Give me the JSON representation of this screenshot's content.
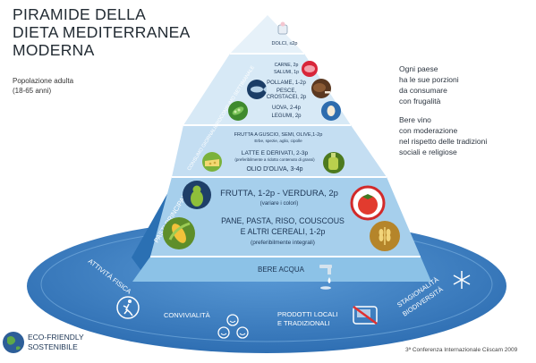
{
  "title": "PIRAMIDE DELLA\nDIETA MEDITERRANEA\nMODERNA",
  "subtitle": "Popolazione adulta\n(18-65 anni)",
  "notes": {
    "right_top": "Ogni paese\nha le sue porzioni\nda consumare\ncon frugalità",
    "right_bottom": "Bere vino\ncon moderazione\nnel rispetto delle tradizioni\nsociali e religiose"
  },
  "pyramid": {
    "top": {
      "dolci": "DOLCI, ≤2p"
    },
    "weekly": {
      "label": "CONSUMO SETTIMANALE",
      "items": [
        "CARNE, 2p",
        "SALUMI, 1p",
        "POLLAME, 1-2p",
        "PESCE,",
        "CROSTACEI, 2p",
        "UOVA, 2-4p",
        "LEGUMI, 2p"
      ]
    },
    "daily": {
      "label": "CONSUMO GIORNALIERO",
      "nuts": "FRUTTA A GUSCIO, SEMI, OLIVE,1-2p",
      "herbs": "Erbe, spezie, aglio, cipolle",
      "dairy": "LATTE E DERIVATI, 2-3p",
      "dairy_note": "(preferibilmente a ridotto contenuto di grassi)",
      "oil": "OLIO D'OLIVA, 3-4p"
    },
    "meals": {
      "label": "PASTI PRINCIPALI",
      "fruit": "FRUTTA, 1-2p - VERDURA, 2p",
      "fruit_note": "(variare i colori)",
      "grains1": "PANE, PASTA, RISO, COUSCOUS",
      "grains2": "E ALTRI CEREALI, 1-2p",
      "grains_note": "(preferibilmente integrali)"
    },
    "water": "BERE ACQUA"
  },
  "base": {
    "activity": "ATTIVITÀ FISICA",
    "conviviality": "CONVIVIALITÀ",
    "local1": "PRODOTTI LOCALI",
    "local2": "E TRADIZIONALI",
    "season1": "STAGIONALITÀ",
    "season2": "BIODIVERSITÀ"
  },
  "eco": {
    "line1": "ECO-FRIENDLY",
    "line2": "SOSTENIBILE"
  },
  "credit": "3ª Conferenza Internazionale Ciiscam  2009",
  "colors": {
    "ellipse": "#3d7ec0",
    "tier_light": "#dcebf6",
    "tier_mid": "#b9d8ee",
    "meals": "#9fcbea",
    "water": "#8ec4e8",
    "side_dark": "#2e79bd",
    "text_dark": "#1c3554"
  }
}
